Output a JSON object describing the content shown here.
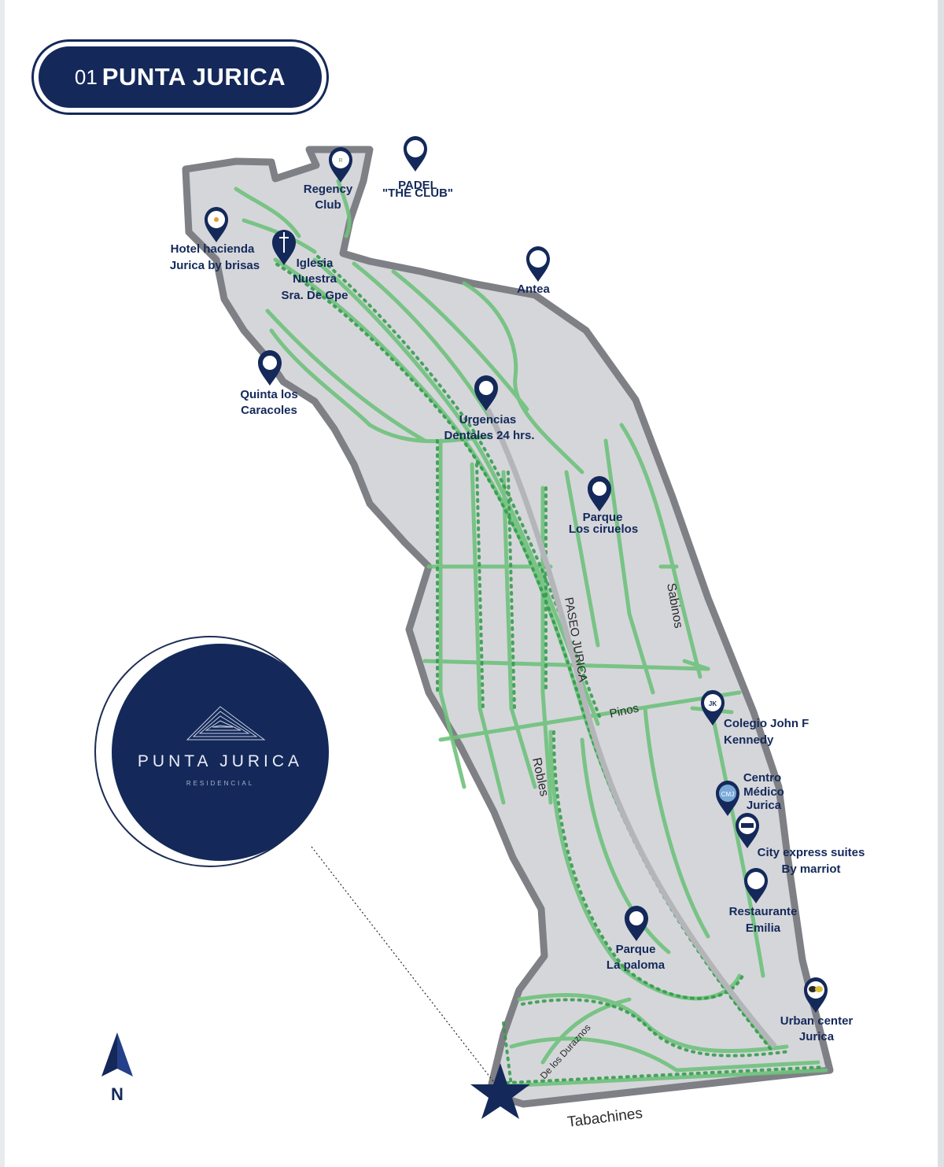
{
  "title": {
    "number": "01",
    "name": "PUNTA JURICA"
  },
  "logo": {
    "name": "PUNTA JURICA",
    "subtitle": "RESIDENCIAL"
  },
  "compass": {
    "letter": "N"
  },
  "colors": {
    "navy": "#14295a",
    "area_fill": "#d5d6da",
    "area_border": "#7f8085",
    "green_road": "#6fc27c",
    "green_tree": "#2f9a48"
  },
  "streets": {
    "paseo_jurica": "PASEO JURICA",
    "sabinos": "Sabinos",
    "pinos": "Pinos",
    "robles": "Robles",
    "de_los_duraznos": "De los Duraznos",
    "tabachines": "Tabachines"
  },
  "pois": {
    "regency_line1": "Regency",
    "regency_line2": "Club",
    "padel_line1": "PADEL",
    "padel_line2": "\"THE CLUB\"",
    "hotel_line1": "Hotel hacienda",
    "hotel_line2": "Jurica by brisas",
    "iglesia_line1": "Iglesia",
    "iglesia_line2": "Nuestra",
    "iglesia_line3": "Sra. De Gpe",
    "antea": "Antea",
    "quinta_line1": "Quinta los",
    "quinta_line2": "Caracoles",
    "urgencias_line1": "Urgencias",
    "urgencias_line2": "Dentales 24 hrs.",
    "ciruelos_line1": "Parque",
    "ciruelos_line2": "Los ciruelos",
    "colegio_line1": "Colegio John F",
    "colegio_line2": "Kennedy",
    "centro_line1": "Centro",
    "centro_line2": "Médico",
    "centro_line3": "Jurica",
    "city_line1": "City express suites",
    "city_line2": "By marriot",
    "restaurante_line1": "Restaurante",
    "restaurante_line2": "Emilia",
    "paloma_line1": "Parque",
    "paloma_line2": "La paloma",
    "urban_line1": "Urban center",
    "urban_line2": "Jurica"
  }
}
